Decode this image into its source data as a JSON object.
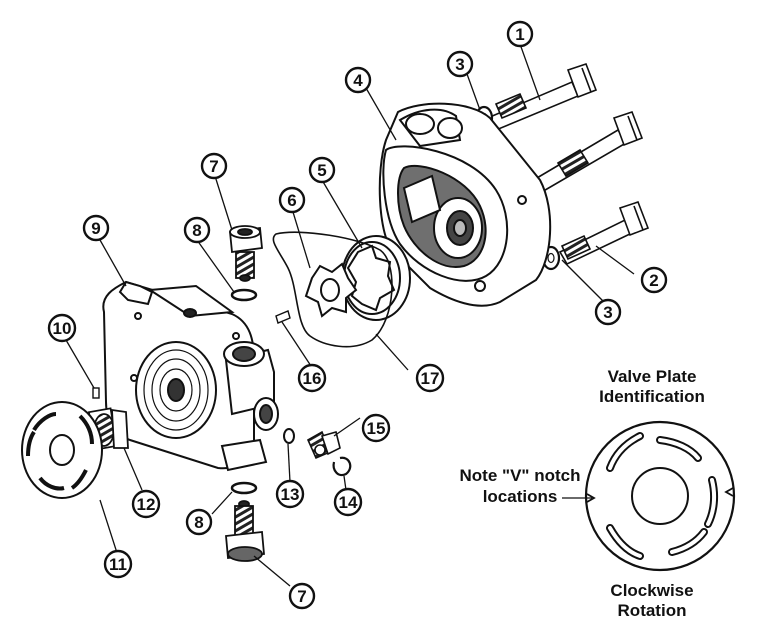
{
  "callouts": [
    "1",
    "2",
    "3",
    "3",
    "4",
    "5",
    "6",
    "7",
    "8",
    "9",
    "10",
    "11",
    "12",
    "7",
    "8",
    "13",
    "14",
    "15",
    "16",
    "17"
  ],
  "inset": {
    "title_line1": "Valve Plate",
    "title_line2": "Identification",
    "note_line1": "Note \"V\" notch",
    "note_line2": "locations",
    "bottom_line1": "Clockwise",
    "bottom_line2": "Rotation"
  },
  "colors": {
    "ink": "#111111",
    "part_fill": "#ffffff",
    "shade": "#7a7a7a"
  }
}
